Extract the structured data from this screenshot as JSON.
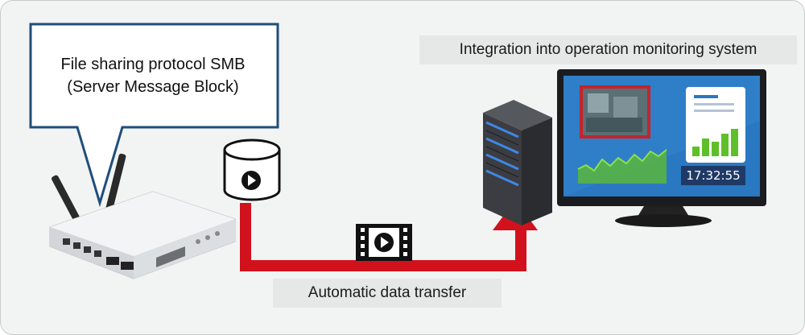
{
  "callout": {
    "line1": "File sharing protocol SMB",
    "line2": "(Server Message Block)"
  },
  "labels": {
    "integration": "Integration into operation monitoring system",
    "transfer": "Automatic data transfer"
  },
  "monitor": {
    "time": "17:32:55"
  },
  "colors": {
    "arrow": "#d1121c",
    "callout_border": "#1f4e79",
    "screen": "#2a78c2",
    "server_led": "#3f87e6",
    "bar_green": "#5fbf2a"
  },
  "icons": [
    "router-icon",
    "database-icon",
    "video-file-icon",
    "server-icon",
    "monitor-icon",
    "play-icon"
  ]
}
